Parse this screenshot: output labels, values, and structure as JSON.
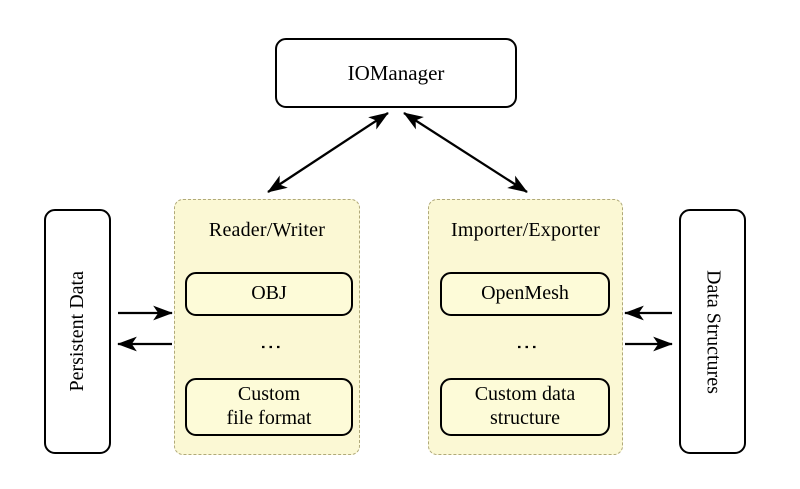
{
  "diagram": {
    "title_node": {
      "label": "IOManager"
    },
    "left_endpoint": {
      "label": "Persistent Data"
    },
    "right_endpoint": {
      "label": "Data Structures"
    },
    "panels": [
      {
        "name": "reader-writer",
        "title": "Reader/Writer",
        "items": [
          {
            "label": "OBJ"
          },
          {
            "label": "⋮"
          },
          {
            "label": "Custom\nfile format",
            "line1": "Custom",
            "line2": "file format"
          }
        ]
      },
      {
        "name": "importer-exporter",
        "title": "Importer/Exporter",
        "items": [
          {
            "label": "OpenMesh"
          },
          {
            "label": "⋮"
          },
          {
            "label": "Custom data\nstructure",
            "line1": "Custom data",
            "line2": "structure"
          }
        ]
      }
    ],
    "connections": [
      {
        "name": "persistent-to-reader",
        "direction": "right",
        "style": "single-arrow"
      },
      {
        "name": "reader-to-persistent",
        "direction": "left",
        "style": "single-arrow"
      },
      {
        "name": "importer-to-structures",
        "direction": "left",
        "style": "single-arrow"
      },
      {
        "name": "structures-to-importer",
        "direction": "right",
        "style": "single-arrow"
      },
      {
        "name": "iomanager-reader-writer",
        "direction": "both",
        "style": "double-arrow"
      },
      {
        "name": "iomanager-importer-exporter",
        "direction": "both",
        "style": "double-arrow"
      }
    ],
    "colors": {
      "panel_fill": "#fbf8d4",
      "panel_border": "#b0a97a",
      "node_fill": "#fdfbd8",
      "stroke": "#000000",
      "background": "#ffffff"
    },
    "dots_glyph": "⋮"
  }
}
